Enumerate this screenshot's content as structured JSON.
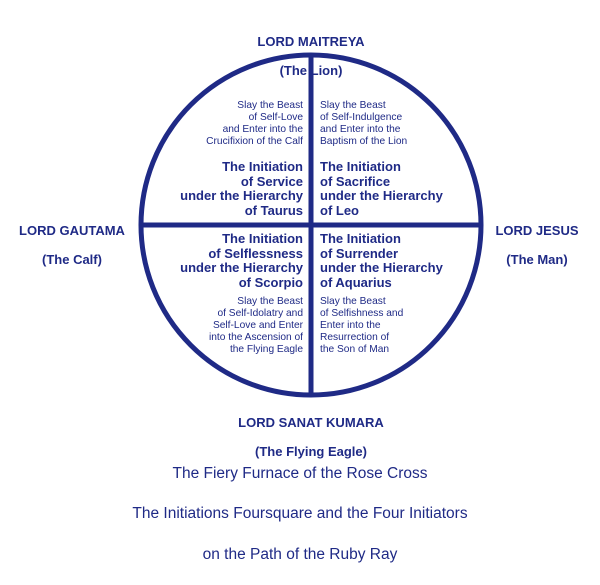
{
  "colors": {
    "ink": "#1f2a86",
    "background": "#ffffff"
  },
  "top": {
    "name": "LORD MAITREYA",
    "symbol": "(The Lion)"
  },
  "left": {
    "name": "LORD GAUTAMA",
    "symbol": "(The Calf)"
  },
  "right": {
    "name": "LORD JESUS",
    "symbol": "(The Man)"
  },
  "bottom": {
    "name": "LORD SANAT KUMARA",
    "symbol": "(The Flying Eagle)"
  },
  "quadrants": {
    "upper_left": {
      "beast": "Slay the Beast\nof Self-Love\nand Enter into the\nCrucifixion of the Calf",
      "initiation": "The Initiation\nof Service\nunder the Hierarchy\nof Taurus"
    },
    "upper_right": {
      "beast": "Slay the Beast\nof Self-Indulgence\nand Enter into the\nBaptism of the Lion",
      "initiation": "The Initiation\nof Sacrifice\nunder the Hierarchy\nof Leo"
    },
    "lower_left": {
      "initiation": "The Initiation\nof Selflessness\nunder the Hierarchy\nof Scorpio",
      "beast": "Slay the Beast\nof Self-Idolatry and\nSelf-Love and Enter\ninto the Ascension of\nthe Flying Eagle"
    },
    "lower_right": {
      "initiation": "The Initiation\nof Surrender\nunder the Hierarchy\nof Aquarius",
      "beast": "Slay the Beast\nof Selfishness and\nEnter into the\nResurrection of\nthe Son of Man"
    }
  },
  "caption": {
    "line1": "The Fiery Furnace of the Rose Cross",
    "line2": "The Initiations Foursquare and the Four Initiators",
    "line3": "on the Path of the Ruby Ray"
  }
}
